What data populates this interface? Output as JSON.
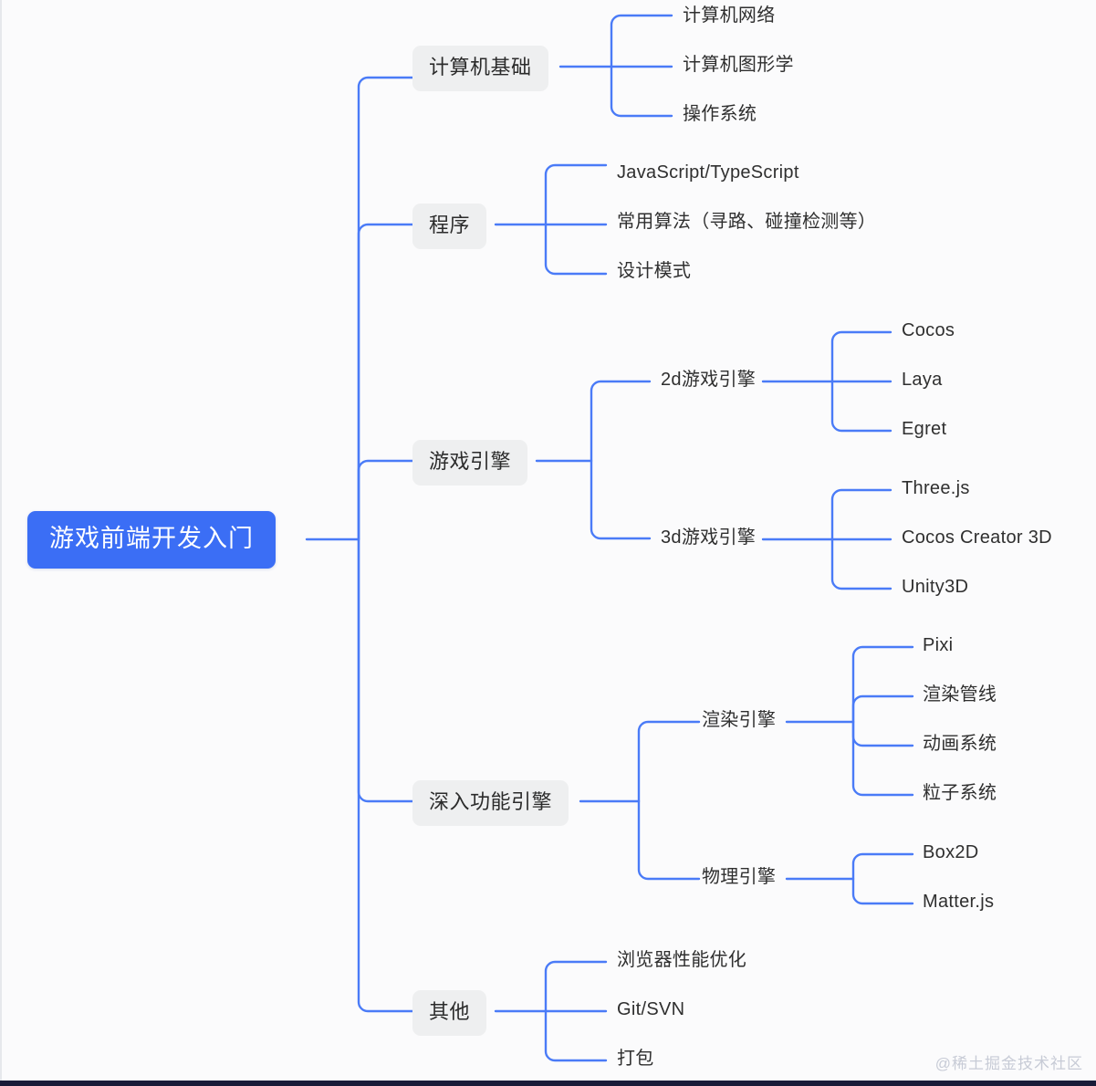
{
  "diagram": {
    "type": "mindmap",
    "title": "游戏前端开发入门",
    "direction": "left-to-right",
    "colors": {
      "root_bg": "#3b6ef5",
      "root_text": "#ffffff",
      "branch_bg": "#eeeff0",
      "branch_text": "#2b2b2b",
      "leaf_text": "#2f2f2f",
      "edge": "#4a7bf7",
      "page_bg": "#fbfbfc",
      "bottom_bar": "#191b38",
      "watermark": "#c7cbd6"
    },
    "root": {
      "label": "游戏前端开发入门"
    },
    "branches": [
      {
        "label": "计算机基础",
        "children": [
          {
            "label": "计算机网络"
          },
          {
            "label": "计算机图形学"
          },
          {
            "label": "操作系统"
          }
        ]
      },
      {
        "label": "程序",
        "children": [
          {
            "label": "JavaScript/TypeScript"
          },
          {
            "label": "常用算法（寻路、碰撞检测等）"
          },
          {
            "label": "设计模式"
          }
        ]
      },
      {
        "label": "游戏引擎",
        "children": [
          {
            "label": "2d游戏引擎",
            "children": [
              {
                "label": "Cocos"
              },
              {
                "label": "Laya"
              },
              {
                "label": "Egret"
              }
            ]
          },
          {
            "label": "3d游戏引擎",
            "children": [
              {
                "label": "Three.js"
              },
              {
                "label": "Cocos Creator 3D"
              },
              {
                "label": "Unity3D"
              }
            ]
          }
        ]
      },
      {
        "label": "深入功能引擎",
        "children": [
          {
            "label": "渲染引擎",
            "children": [
              {
                "label": "Pixi"
              },
              {
                "label": "渲染管线"
              },
              {
                "label": "动画系统"
              },
              {
                "label": "粒子系统"
              }
            ]
          },
          {
            "label": "物理引擎",
            "children": [
              {
                "label": "Box2D"
              },
              {
                "label": "Matter.js"
              }
            ]
          }
        ]
      },
      {
        "label": "其他",
        "children": [
          {
            "label": "浏览器性能优化"
          },
          {
            "label": "Git/SVN"
          },
          {
            "label": "打包"
          }
        ]
      }
    ]
  },
  "watermark": {
    "text": "@稀土掘金技术社区"
  }
}
